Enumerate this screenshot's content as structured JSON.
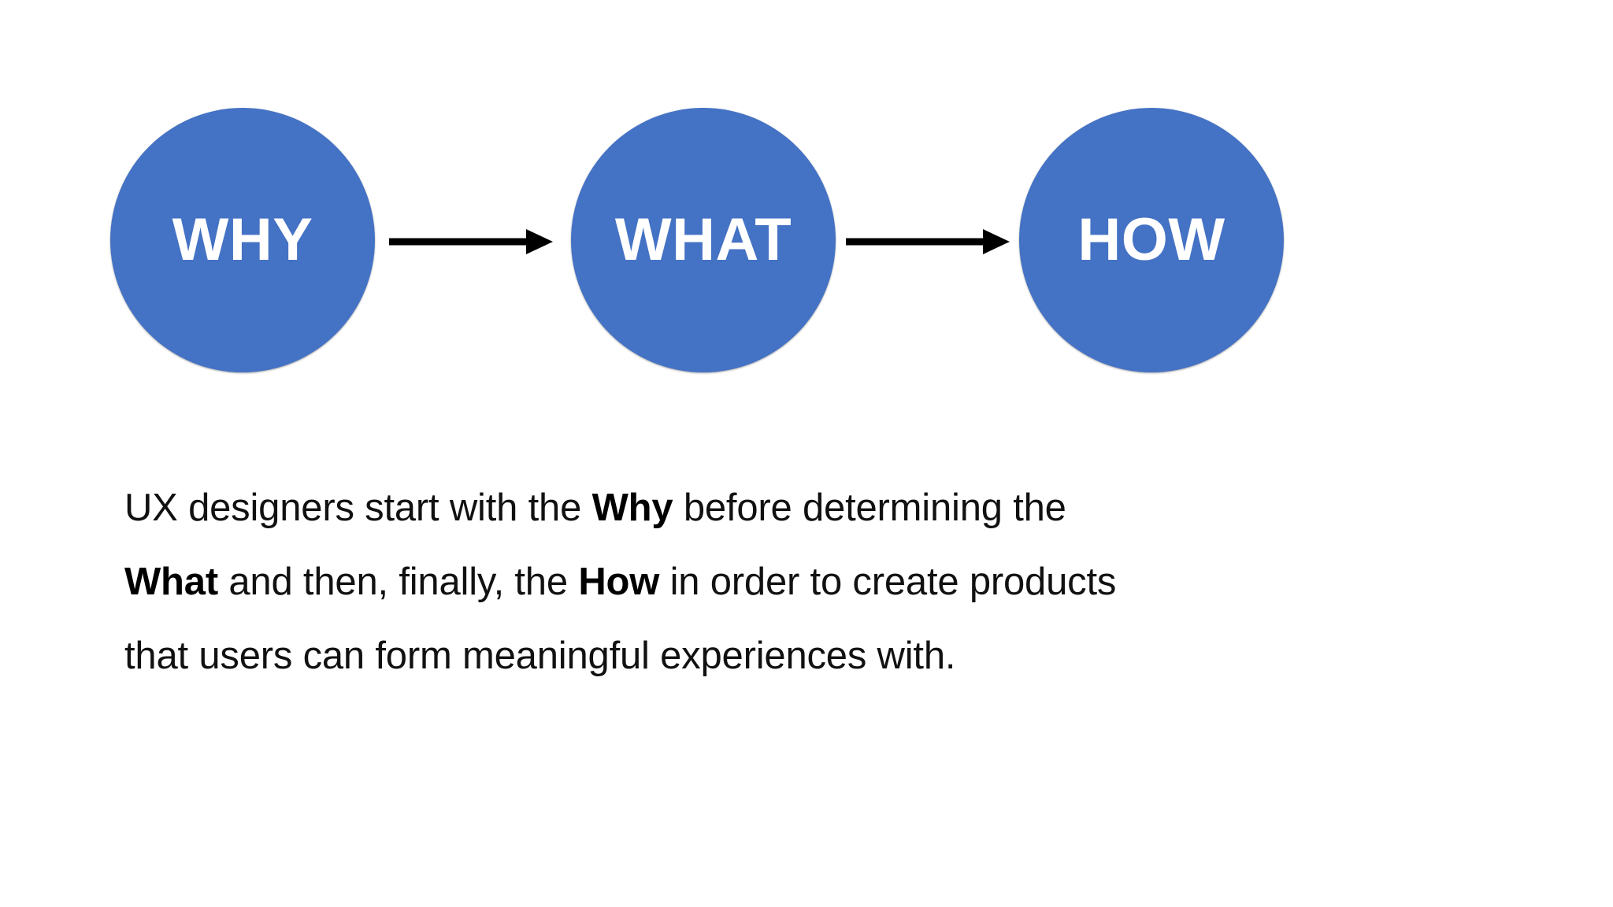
{
  "slide": {
    "background_color": "#ffffff",
    "accent_color": "#4472c4",
    "text_color": "#111111"
  },
  "diagram": {
    "type": "process-flow",
    "node_fill_color": "#4472c4",
    "node_text_color": "#ffffff",
    "arrow_color": "#000000",
    "nodes": [
      {
        "id": "why",
        "label": "WHY",
        "order": 1
      },
      {
        "id": "what",
        "label": "WHAT",
        "order": 2
      },
      {
        "id": "how",
        "label": "HOW",
        "order": 3
      }
    ],
    "connectors": [
      {
        "id": "why-to-what",
        "from": "why",
        "to": "what",
        "style": "solid-arrow"
      },
      {
        "id": "what-to-how",
        "from": "what",
        "to": "how",
        "style": "solid-arrow"
      }
    ]
  },
  "caption": {
    "full_text": "UX designers start with the Why before determining the What and then, finally, the How in order to create products that users can form meaningful experiences with.",
    "lines": [
      {
        "segments": [
          {
            "text": "UX designers start with the ",
            "bold": false
          },
          {
            "text": "Why",
            "bold": true
          },
          {
            "text": " before determining the",
            "bold": false
          }
        ]
      },
      {
        "segments": [
          {
            "text": "What",
            "bold": true
          },
          {
            "text": " and then, finally, the ",
            "bold": false
          },
          {
            "text": "How",
            "bold": true
          },
          {
            "text": " in order to create products",
            "bold": false
          }
        ]
      },
      {
        "segments": [
          {
            "text": "that users can form meaningful experiences with.",
            "bold": false
          }
        ]
      }
    ],
    "line_1_a": "UX designers start with the ",
    "line_1_b": "Why",
    "line_1_c": " before determining the",
    "line_2_a": "What",
    "line_2_b": " and then, finally, the ",
    "line_2_c": "How",
    "line_2_d": " in order to create products",
    "line_3_a": "that users can form meaningful experiences with."
  }
}
